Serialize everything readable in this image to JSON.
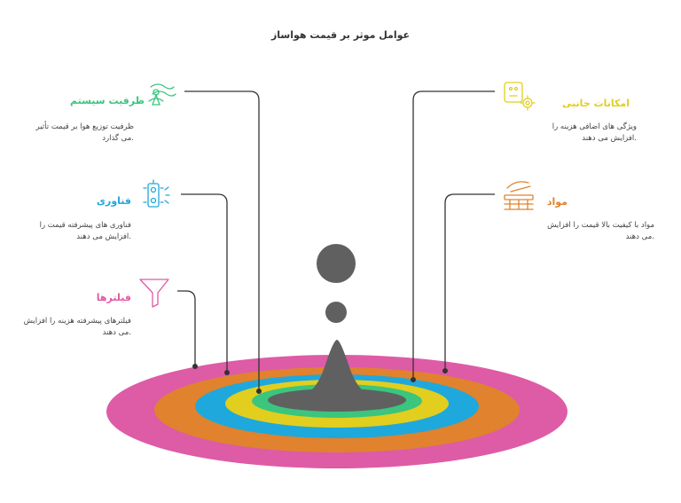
{
  "title": "عوامل موثر بر قیمت هواساز",
  "colors": {
    "pink": "#DE5BA6",
    "orange": "#E0822E",
    "blue": "#1FA8DC",
    "yellow": "#E2CE1E",
    "green": "#3BC57E",
    "core": "#606060",
    "line": "#333333"
  },
  "factors": [
    {
      "title": "ظرفیت سیستم",
      "desc_line1": "ظرفیت توزیع هوا بر قیمت تأثیر",
      "desc_line2": ".می گذارد",
      "color": "#3BC57E",
      "icon": "wind-turbine-icon"
    },
    {
      "title": "فناوری",
      "desc_line1": "فناوری های پیشرفته قیمت را",
      "desc_line2": ".افزایش می دهند",
      "color": "#1FA8DC",
      "icon": "traffic-light-icon"
    },
    {
      "title": "فیلترها",
      "desc_line1": "فیلترهای پیشرفته هزینه را افزایش",
      "desc_line2": ".می دهند",
      "color": "#DE5BA6",
      "icon": "filter-icon"
    },
    {
      "title": "امکانات جانبی",
      "desc_line1": "ویژگی های اضافی هزینه را",
      "desc_line2": ".افزایش می دهند",
      "color": "#E2CE1E",
      "icon": "settings-gear-icon"
    },
    {
      "title": "مواد",
      "desc_line1": "مواد با کیفیت بالا قیمت را افزایش",
      "desc_line2": ".می دهند",
      "color": "#E0822E",
      "icon": "materials-icon"
    }
  ]
}
